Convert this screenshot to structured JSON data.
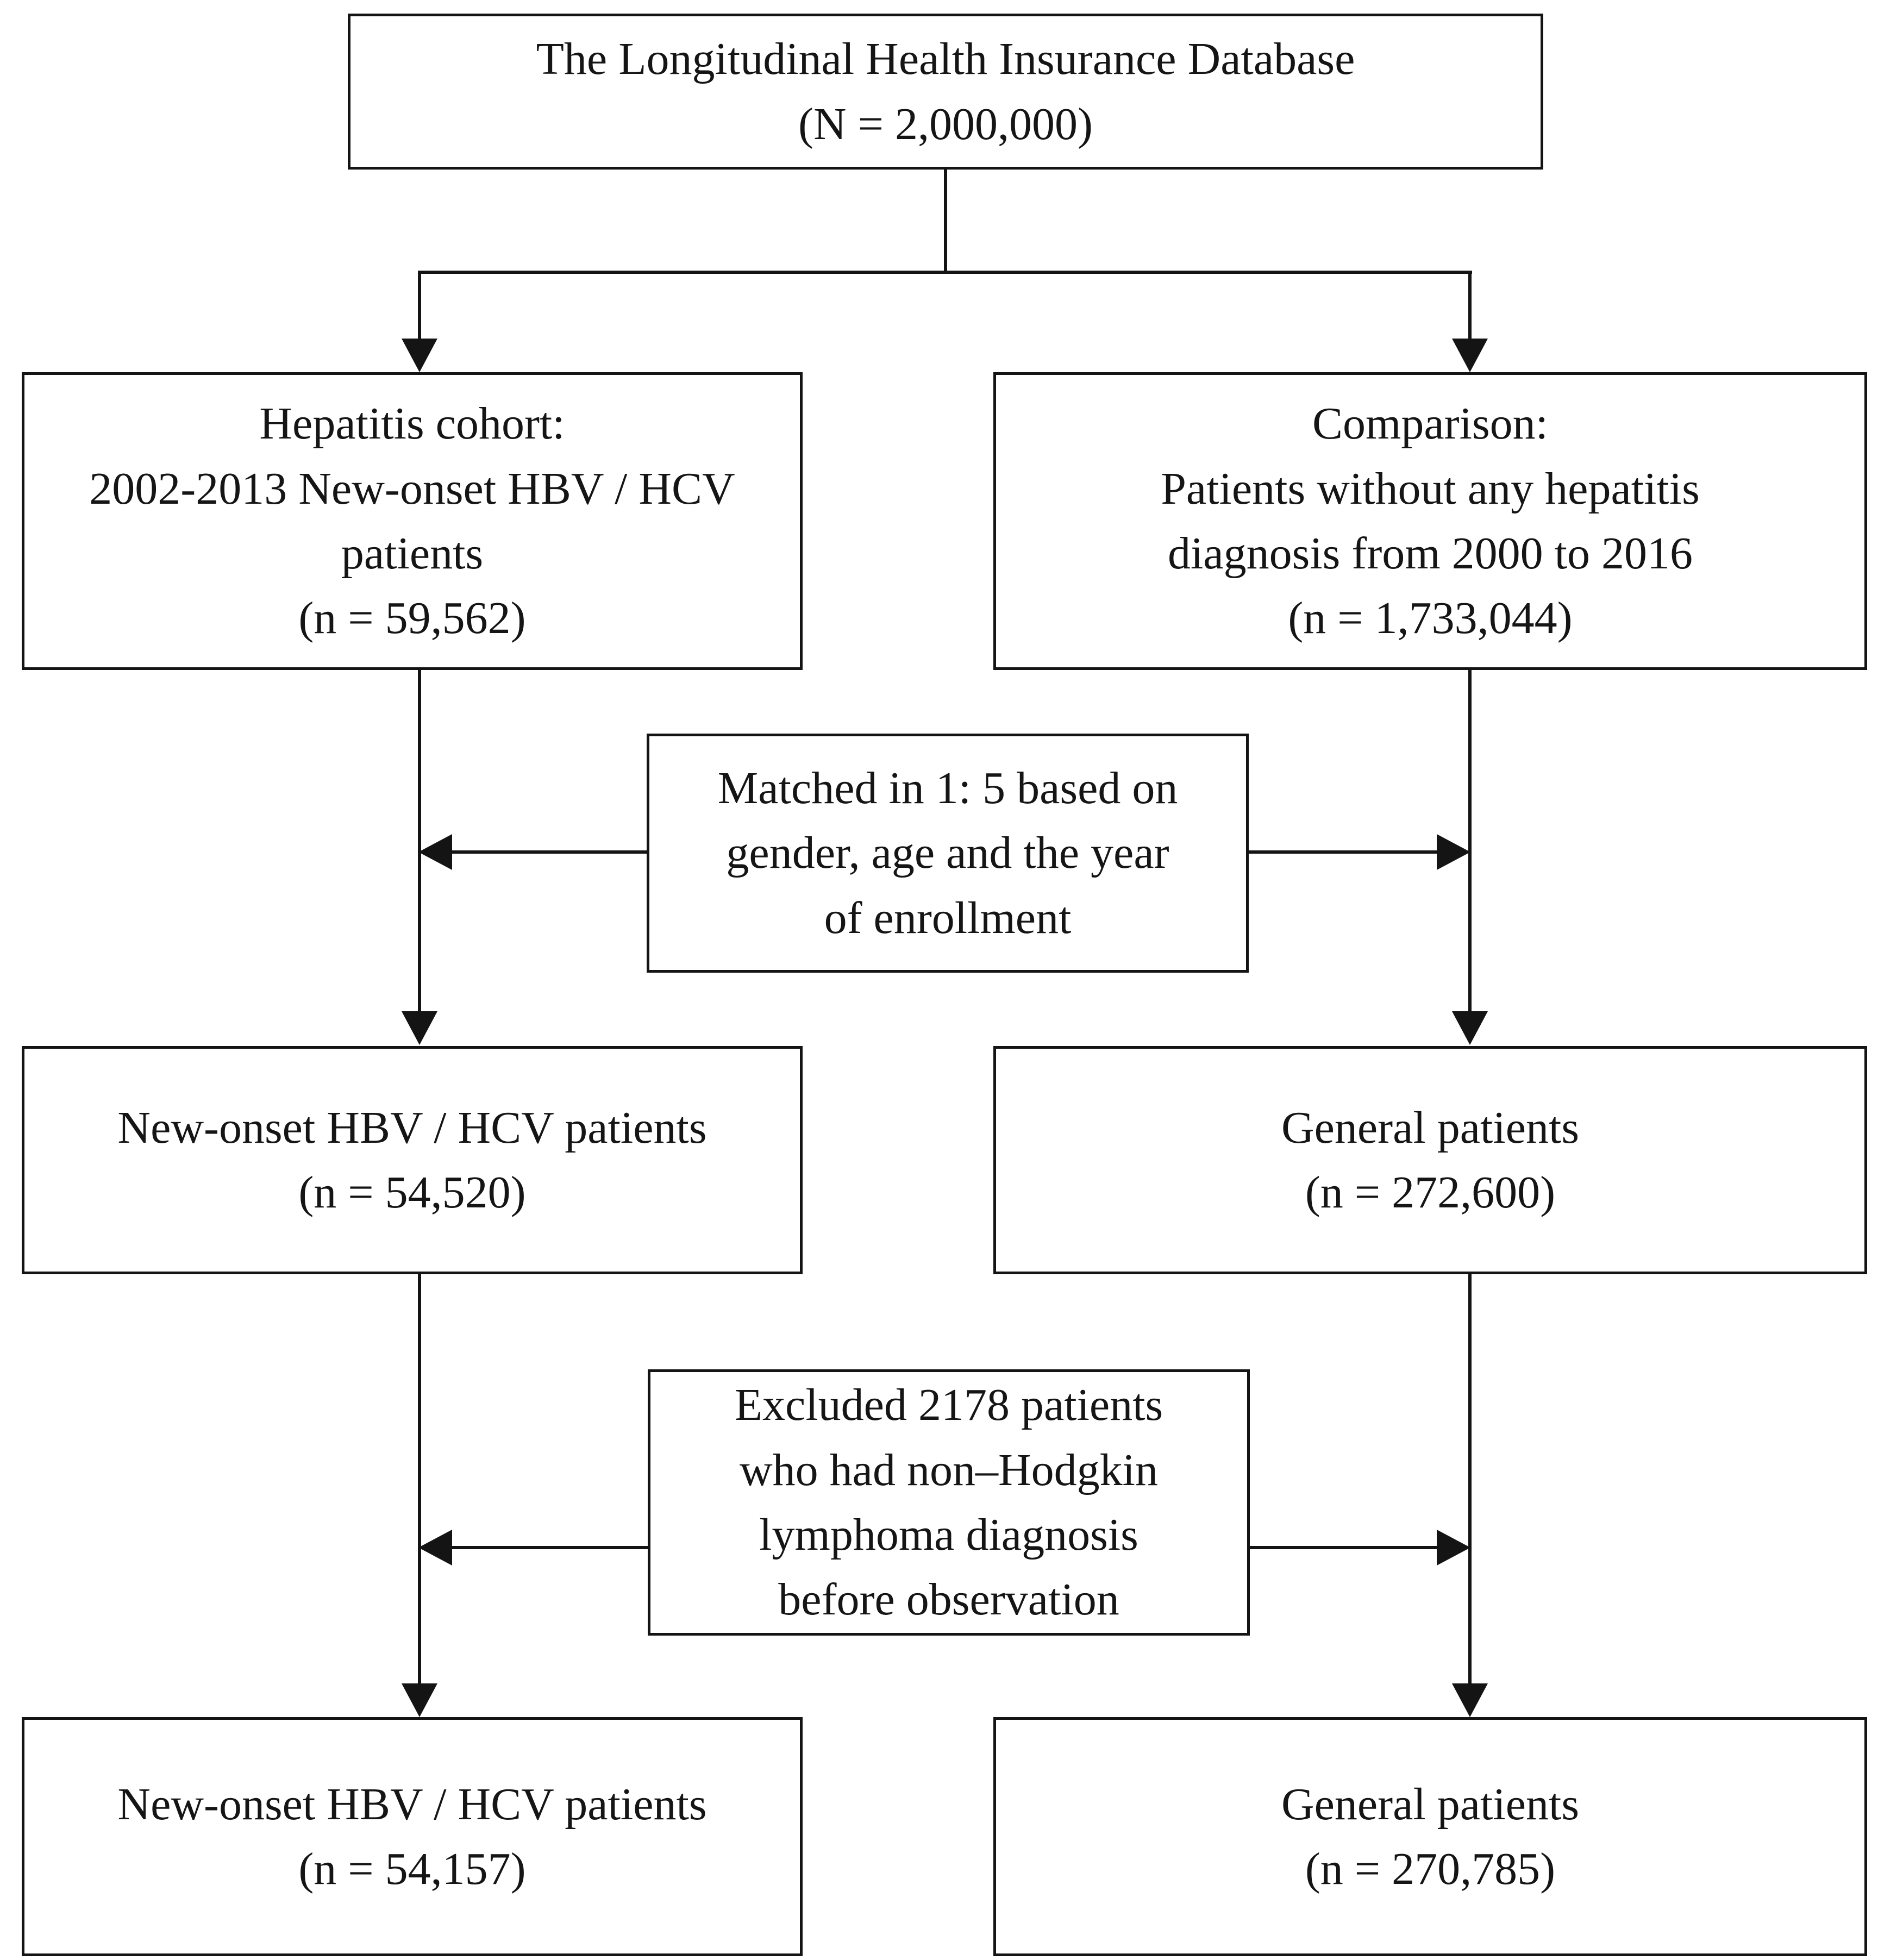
{
  "figure": {
    "type": "flowchart",
    "orientation": "top-down",
    "nodes": [
      {
        "id": "root",
        "role": "source-database",
        "lines": [
          "The Longitudinal Health Insurance Database",
          "(N = 2,000,000)"
        ]
      },
      {
        "id": "hepatitis_cohort",
        "role": "exposed-cohort",
        "lines": [
          "Hepatitis cohort:",
          "2002-2013 New-onset HBV / HCV",
          "patients",
          "(n = 59,562)"
        ]
      },
      {
        "id": "comparison_cohort",
        "role": "comparison-cohort",
        "lines": [
          "Comparison:",
          "Patients without any hepatitis",
          "diagnosis from 2000 to 2016",
          "(n = 1,733,044)"
        ]
      },
      {
        "id": "matching_step",
        "role": "process-matching",
        "lines": [
          "Matched in 1: 5 based on",
          "gender, age and the year",
          "of enrollment"
        ]
      },
      {
        "id": "hbv_matched",
        "role": "exposed-matched",
        "lines": [
          "New-onset HBV / HCV patients",
          "(n = 54,520)"
        ]
      },
      {
        "id": "general_matched",
        "role": "comparison-matched",
        "lines": [
          "General patients",
          "(n = 272,600)"
        ]
      },
      {
        "id": "exclusion_step",
        "role": "process-exclusion",
        "lines": [
          "Excluded 2178 patients",
          "who had non–Hodgkin",
          "lymphoma diagnosis",
          "before observation"
        ]
      },
      {
        "id": "hbv_final",
        "role": "exposed-final",
        "lines": [
          "New-onset HBV / HCV patients",
          "(n = 54,157)"
        ]
      },
      {
        "id": "general_final",
        "role": "comparison-final",
        "lines": [
          "General patients",
          "(n = 270,785)"
        ]
      }
    ],
    "counts": {
      "database_total": "2,000,000",
      "hepatitis_initial": "59,562",
      "comparison_initial": "1,733,044",
      "hepatitis_matched": "54,520",
      "general_matched": "272,600",
      "excluded_nhl": "2178",
      "hepatitis_final": "54,157",
      "general_final": "270,785"
    },
    "colors": {
      "stroke": "#141414",
      "fill": "#ffffff",
      "text": "#151515"
    }
  }
}
